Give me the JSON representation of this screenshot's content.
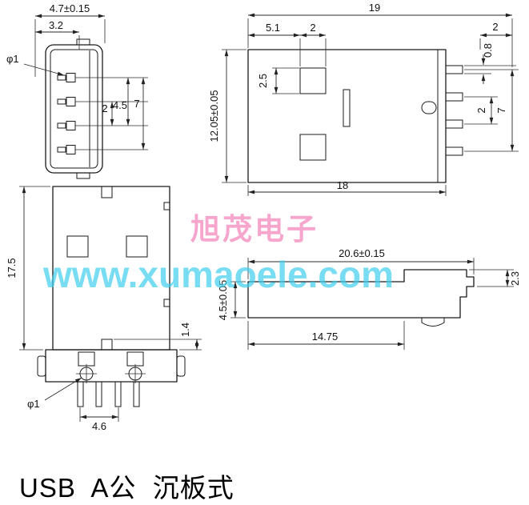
{
  "title": "USB  A公  沉板式",
  "watermark": {
    "brand": "旭茂电子",
    "url": "www.xumaoele.com"
  },
  "front_view": {
    "width_outer": "4.7±0.15",
    "width_inner": "3.2",
    "pin_dia": "φ1",
    "pitch": "2",
    "span_mid": "4.5",
    "span_outer": "7"
  },
  "side_view": {
    "length_total": "19",
    "offset_left": "5.1",
    "hole_width": "2",
    "pin_ext": "2",
    "pin_thick": "0.8",
    "hole_height": "2.5",
    "height": "12.05±0.05",
    "body_length": "18",
    "pin_pitch": "2",
    "pin_span": "7"
  },
  "top_view": {
    "body_length": "17.5",
    "base_step": "1.4",
    "pin_dia": "φ1",
    "pin_spacing": "4.6"
  },
  "profile_view": {
    "length_total": "20.6±0.15",
    "step_height": "2.3",
    "bar_height": "4.5±0.05",
    "flat_length": "14.75"
  }
}
